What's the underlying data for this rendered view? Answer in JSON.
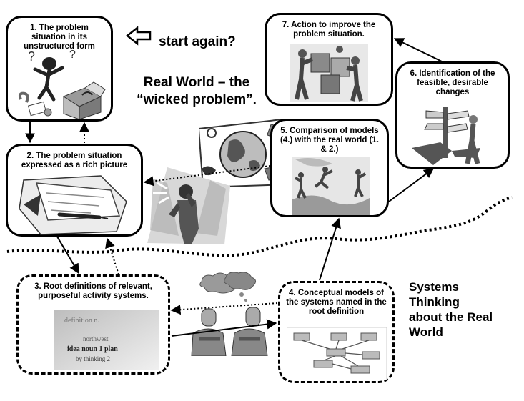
{
  "boxes": {
    "b1": "1.  The problem situation in its unstructured form",
    "b2": "2. The problem situation expressed as a rich picture",
    "b3": "3. Root definitions of relevant, purposeful activity systems.",
    "b4": "4. Conceptual models of the systems named in the root definition",
    "b5": "5.  Comparison of models (4.) with the real world (1. & 2.)",
    "b6": "6.  Identification of the feasible, desirable changes",
    "b7": "7.  Action to improve the problem situation."
  },
  "labels": {
    "start_again": "start again?",
    "real_world_line1": "Real World – the",
    "real_world_line2": "“wicked  problem”.",
    "systems_thinking_line1": "Systems",
    "systems_thinking_line2": "Thinking",
    "systems_thinking_line3": "about the Real",
    "systems_thinking_line4": "World"
  },
  "dictionary_text": {
    "line1": "definition n.",
    "line2": "northwest",
    "line3": "idea  noun  1  plan",
    "line4": "by  thinking  2"
  },
  "colors": {
    "ink": "#000000",
    "gray": "#8a8a8a",
    "light_gray": "#cfcfcf"
  }
}
